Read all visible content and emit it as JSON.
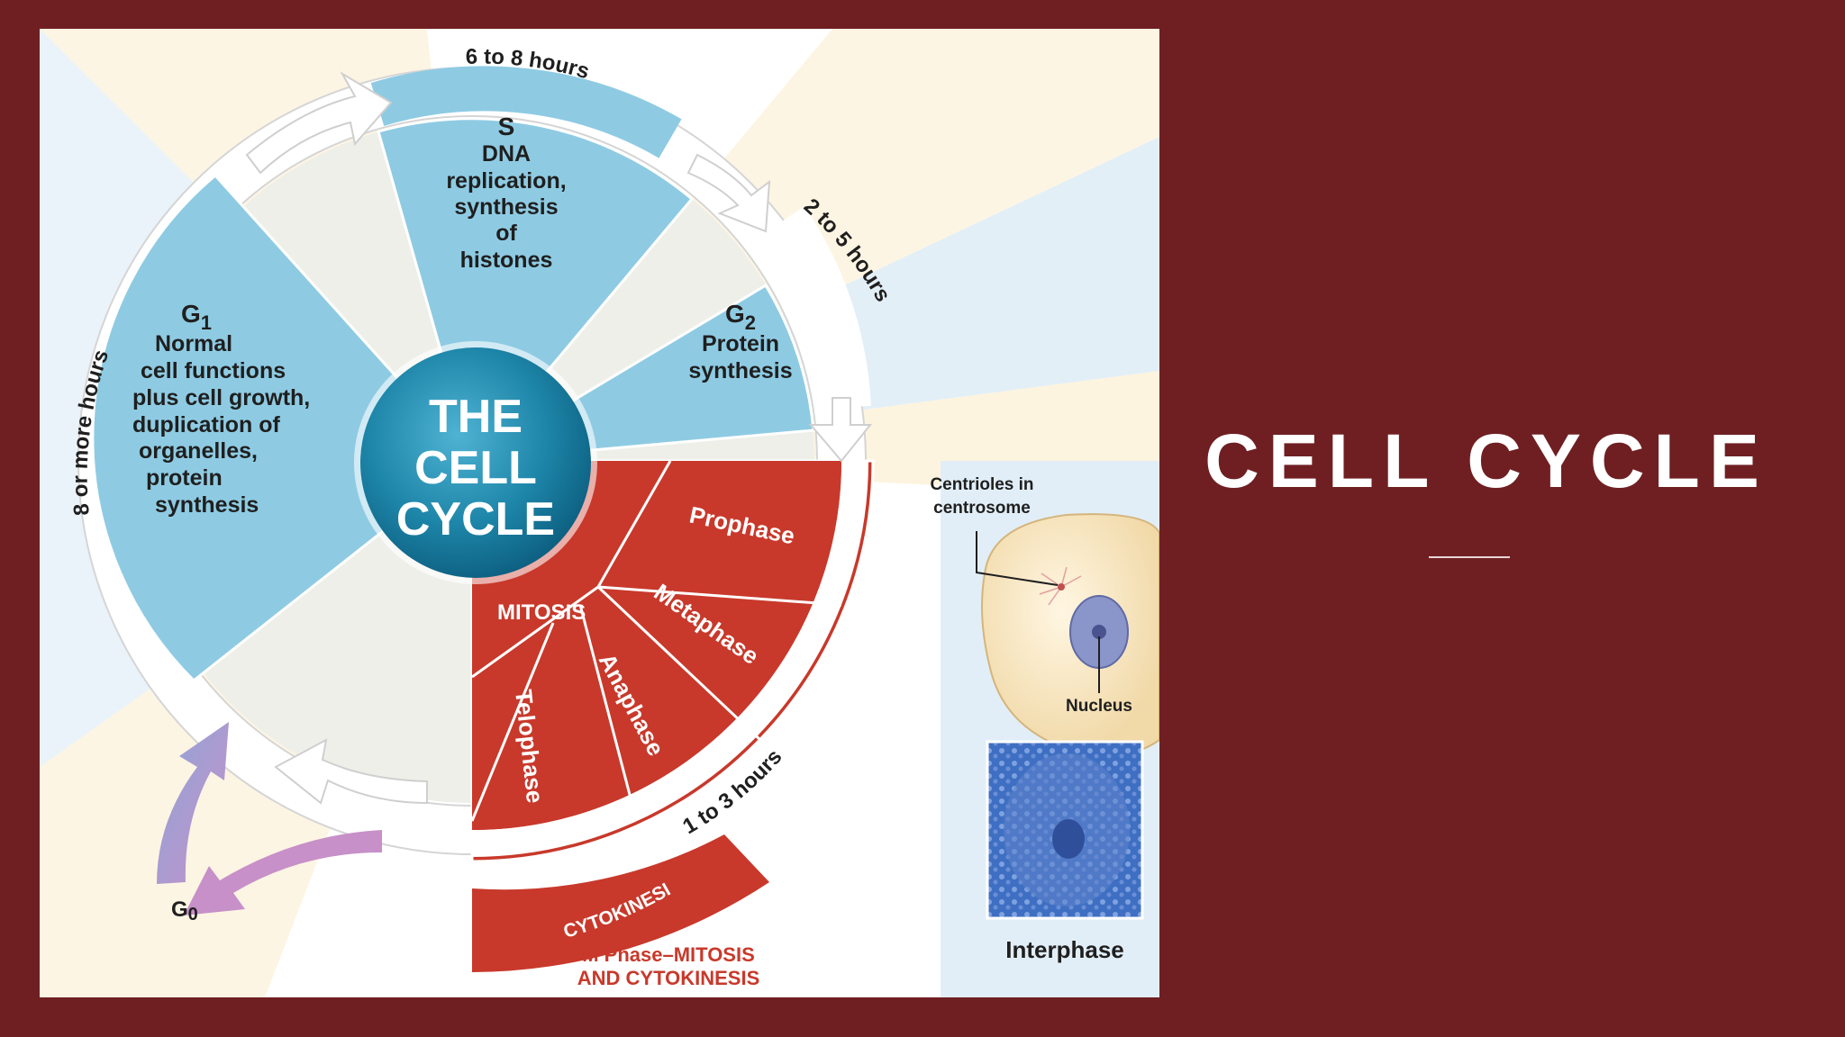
{
  "slide": {
    "title": "CELL CYCLE"
  },
  "diagram": {
    "center": [
      "THE",
      "CELL",
      "CYCLE"
    ],
    "durations": {
      "s": "6 to 8 hours",
      "g1": "8 or more hours",
      "g2": "2 to 5 hours",
      "m": "1 to 3 hours"
    },
    "s_phase": {
      "heading": "S",
      "lines": [
        "DNA",
        "replication,",
        "synthesis",
        "of",
        "histones"
      ]
    },
    "g1_phase": {
      "heading": "G",
      "subscript": "1",
      "lines": [
        "Normal",
        "cell functions",
        "plus cell growth,",
        "duplication of",
        "organelles,",
        "protein",
        "synthesis"
      ]
    },
    "g2_phase": {
      "heading": "G",
      "subscript": "2",
      "lines": [
        "Protein",
        "synthesis"
      ]
    },
    "mitosis": {
      "label": "MITOSIS",
      "stages": [
        "Prophase",
        "Metaphase",
        "Anaphase",
        "Telophase"
      ]
    },
    "cytokinesis": "CYTOKINESIS",
    "m_phase": [
      "M Phase–MITOSIS",
      "AND CYTOKINESIS"
    ],
    "g0": {
      "main": "G",
      "subscript": "0"
    },
    "interphase": {
      "centrioles": [
        "Centrioles in",
        "centrosome"
      ],
      "nucleus": "Nucleus",
      "caption": "Interphase"
    },
    "colors": {
      "blue": "#8ecbe3",
      "red": "#c8392b",
      "hub": "#1d85a8",
      "background": "#6f1f22"
    }
  }
}
